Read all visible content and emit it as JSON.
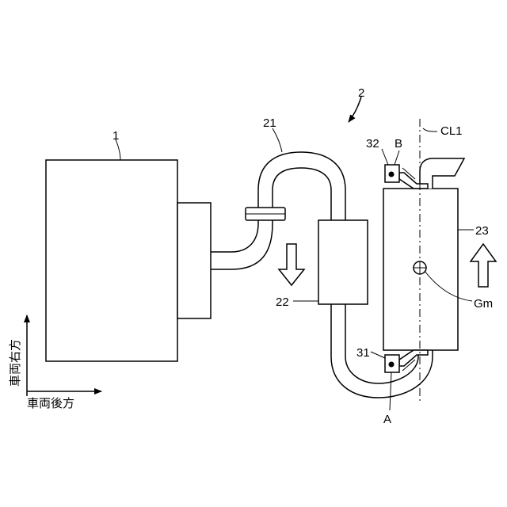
{
  "labels": {
    "engine": "1",
    "exhaust_device": "2",
    "exhaust_pipe": "21",
    "catalyst": "22",
    "muffler": "23",
    "mount_rear": "31",
    "mount_front": "32",
    "point_a": "A",
    "point_b": "B",
    "centerline": "CL1",
    "center_of_mass": "Gm"
  },
  "axes": {
    "vehicle_right": "車両右方",
    "vehicle_rear": "車両後方"
  }
}
